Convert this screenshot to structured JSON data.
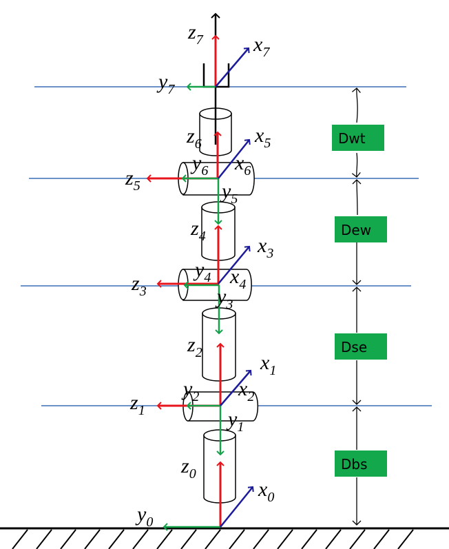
{
  "colors": {
    "z_axis": "#e8141c",
    "x_axis": "#1b1b9a",
    "y_axis": "#14a14a",
    "level_line": "#3a6fb5",
    "dim_box": "#12a84b"
  },
  "frames": [
    {
      "z": "z",
      "z_sub": "0",
      "x": "x",
      "x_sub": "0",
      "y": "y",
      "y_sub": "0"
    },
    {
      "z": "z",
      "z_sub": "1",
      "x": "x",
      "x_sub": "1",
      "y": "y",
      "y_sub": "1"
    },
    {
      "z": "z",
      "z_sub": "2",
      "x": "x",
      "x_sub": "2",
      "y": "y",
      "y_sub": "2"
    },
    {
      "z": "z",
      "z_sub": "3",
      "x": "x",
      "x_sub": "3",
      "y": "y",
      "y_sub": "3"
    },
    {
      "z": "z",
      "z_sub": "4",
      "x": "x",
      "x_sub": "4",
      "y": "y",
      "y_sub": "4"
    },
    {
      "z": "z",
      "z_sub": "5",
      "x": "x",
      "x_sub": "5",
      "y": "y",
      "y_sub": "5"
    },
    {
      "z": "z",
      "z_sub": "6",
      "x": "x",
      "x_sub": "6",
      "y": "y",
      "y_sub": "6"
    },
    {
      "z": "z",
      "z_sub": "7",
      "x": "x",
      "x_sub": "7",
      "y": "y",
      "y_sub": "7"
    }
  ],
  "dimensions": [
    {
      "label": "Dwt"
    },
    {
      "label": "Dew"
    },
    {
      "label": "Dse"
    },
    {
      "label": "Dbs"
    }
  ]
}
